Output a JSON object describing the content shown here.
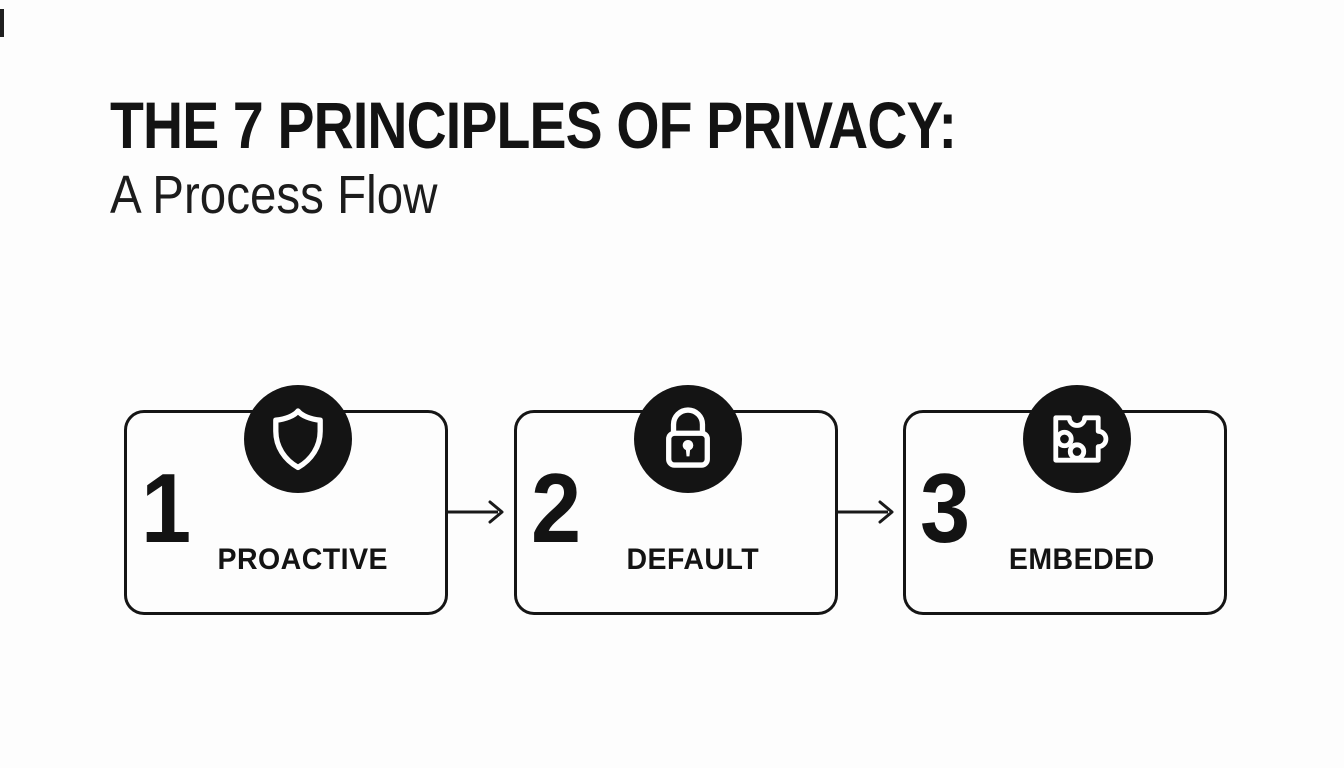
{
  "page": {
    "background": "#fdfdfd",
    "ink": "#141414",
    "icon_background": "#141414",
    "icon_foreground": "#ffffff"
  },
  "header": {
    "title": "THE 7 PRINCIPLES OF PRIVACY:",
    "subtitle": "A Process Flow"
  },
  "flow": {
    "connector": "arrow-right",
    "steps": [
      {
        "number": "1",
        "label": "PROACTIVE",
        "icon": "shield-icon"
      },
      {
        "number": "2",
        "label": "DEFAULT",
        "icon": "lock-icon"
      },
      {
        "number": "3",
        "label": "EMBEDED",
        "icon": "puzzle-icon"
      }
    ]
  }
}
